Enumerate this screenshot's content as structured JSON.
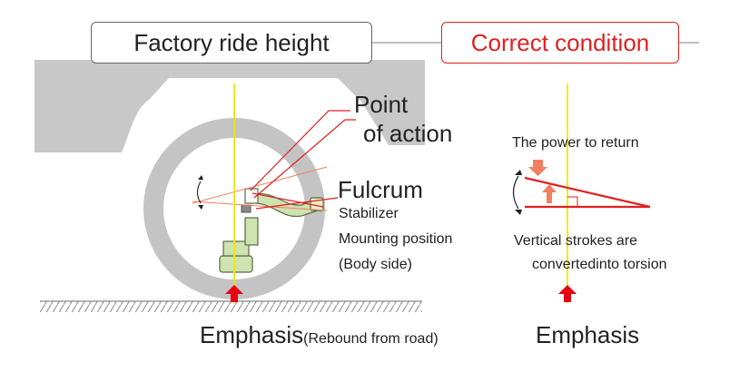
{
  "titles": {
    "left": "Factory ride height",
    "right": "Correct condition"
  },
  "left_diagram": {
    "point_of_action_line1": "Point",
    "point_of_action_line2": "of action",
    "fulcrum": "Fulcrum",
    "stabilizer_line1": "Stabilizer",
    "stabilizer_line2": "Mounting position",
    "stabilizer_line3": "(Body side)",
    "emphasis": "Emphasis",
    "emphasis_note": "(Rebound from road)"
  },
  "right_diagram": {
    "power_to_return": "The power to return",
    "vertical_line1": "Vertical strokes are",
    "vertical_line2": "convertedinto torsion",
    "emphasis": "Emphasis"
  },
  "colors": {
    "body_gray": "#c8c8c8",
    "tire_gray": "#c4c4c4",
    "accent_red": "#e02020",
    "arrow_red": "#e60012",
    "salmon": "#f08060",
    "yellow_axis": "#f5e600",
    "parts_green": "#cfe3b0"
  }
}
